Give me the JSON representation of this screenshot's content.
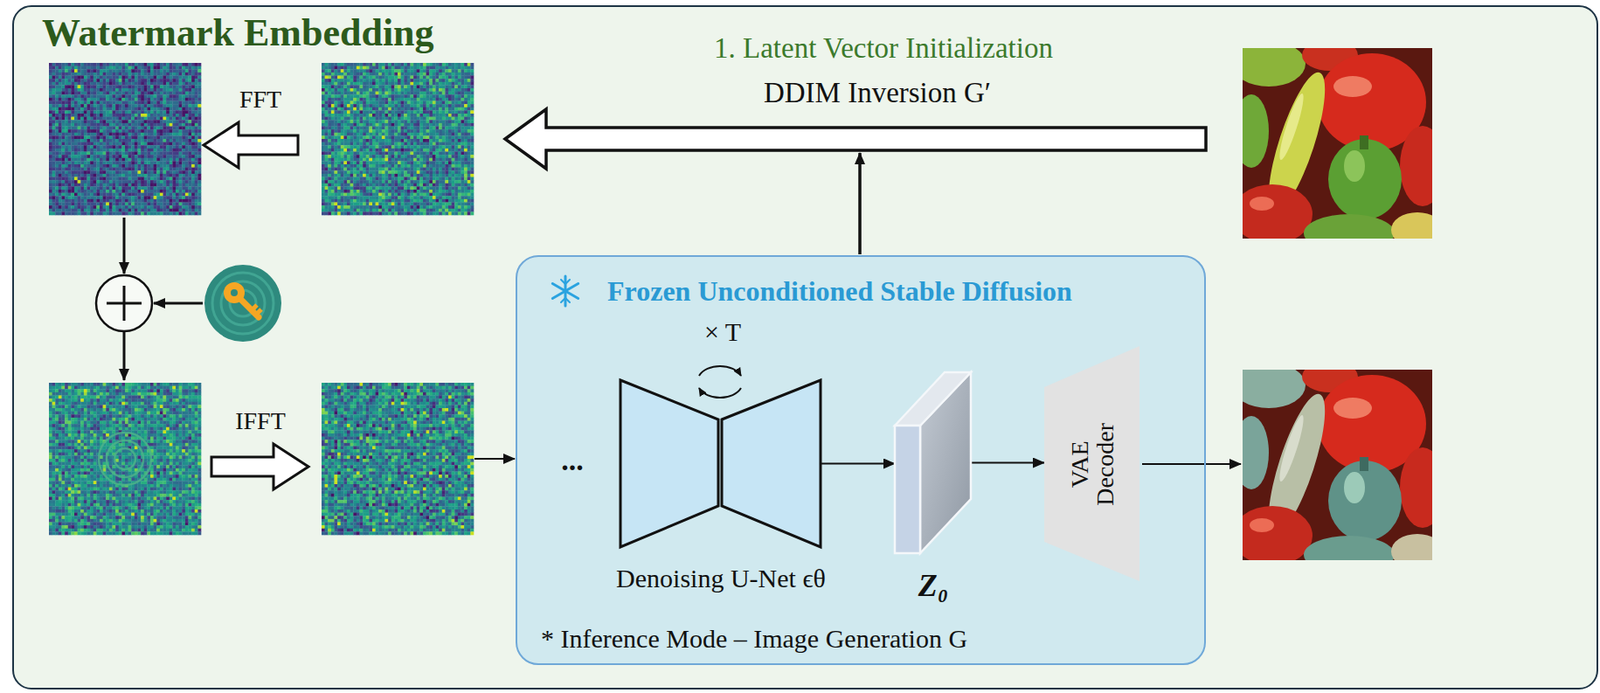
{
  "diagram": {
    "nodes": [
      {
        "text": [
          "Watermark Embedding"
        ]
      },
      {
        "text": [
          "Frozen Unconditioned Stable Diffusion",
          "* Inference Mode – Image Generation G"
        ],
        "in": 0
      },
      {
        "text": [
          "Denoising U-Net ϵθ"
        ],
        "in": 1
      },
      {
        "text": [
          "Z₀"
        ],
        "in": 1
      },
      {
        "text": [
          "VAE Decoder"
        ],
        "in": 1
      }
    ],
    "edges": [
      {
        "from": 2,
        "to": 3,
        "arrow": "to"
      },
      {
        "from": 3,
        "to": 4,
        "arrow": "to"
      }
    ],
    "labels": [
      "1. Latent Vector Initialization",
      "DDIM Inversion G′",
      "FFT",
      "IFFT",
      "× T",
      "..."
    ]
  }
}
